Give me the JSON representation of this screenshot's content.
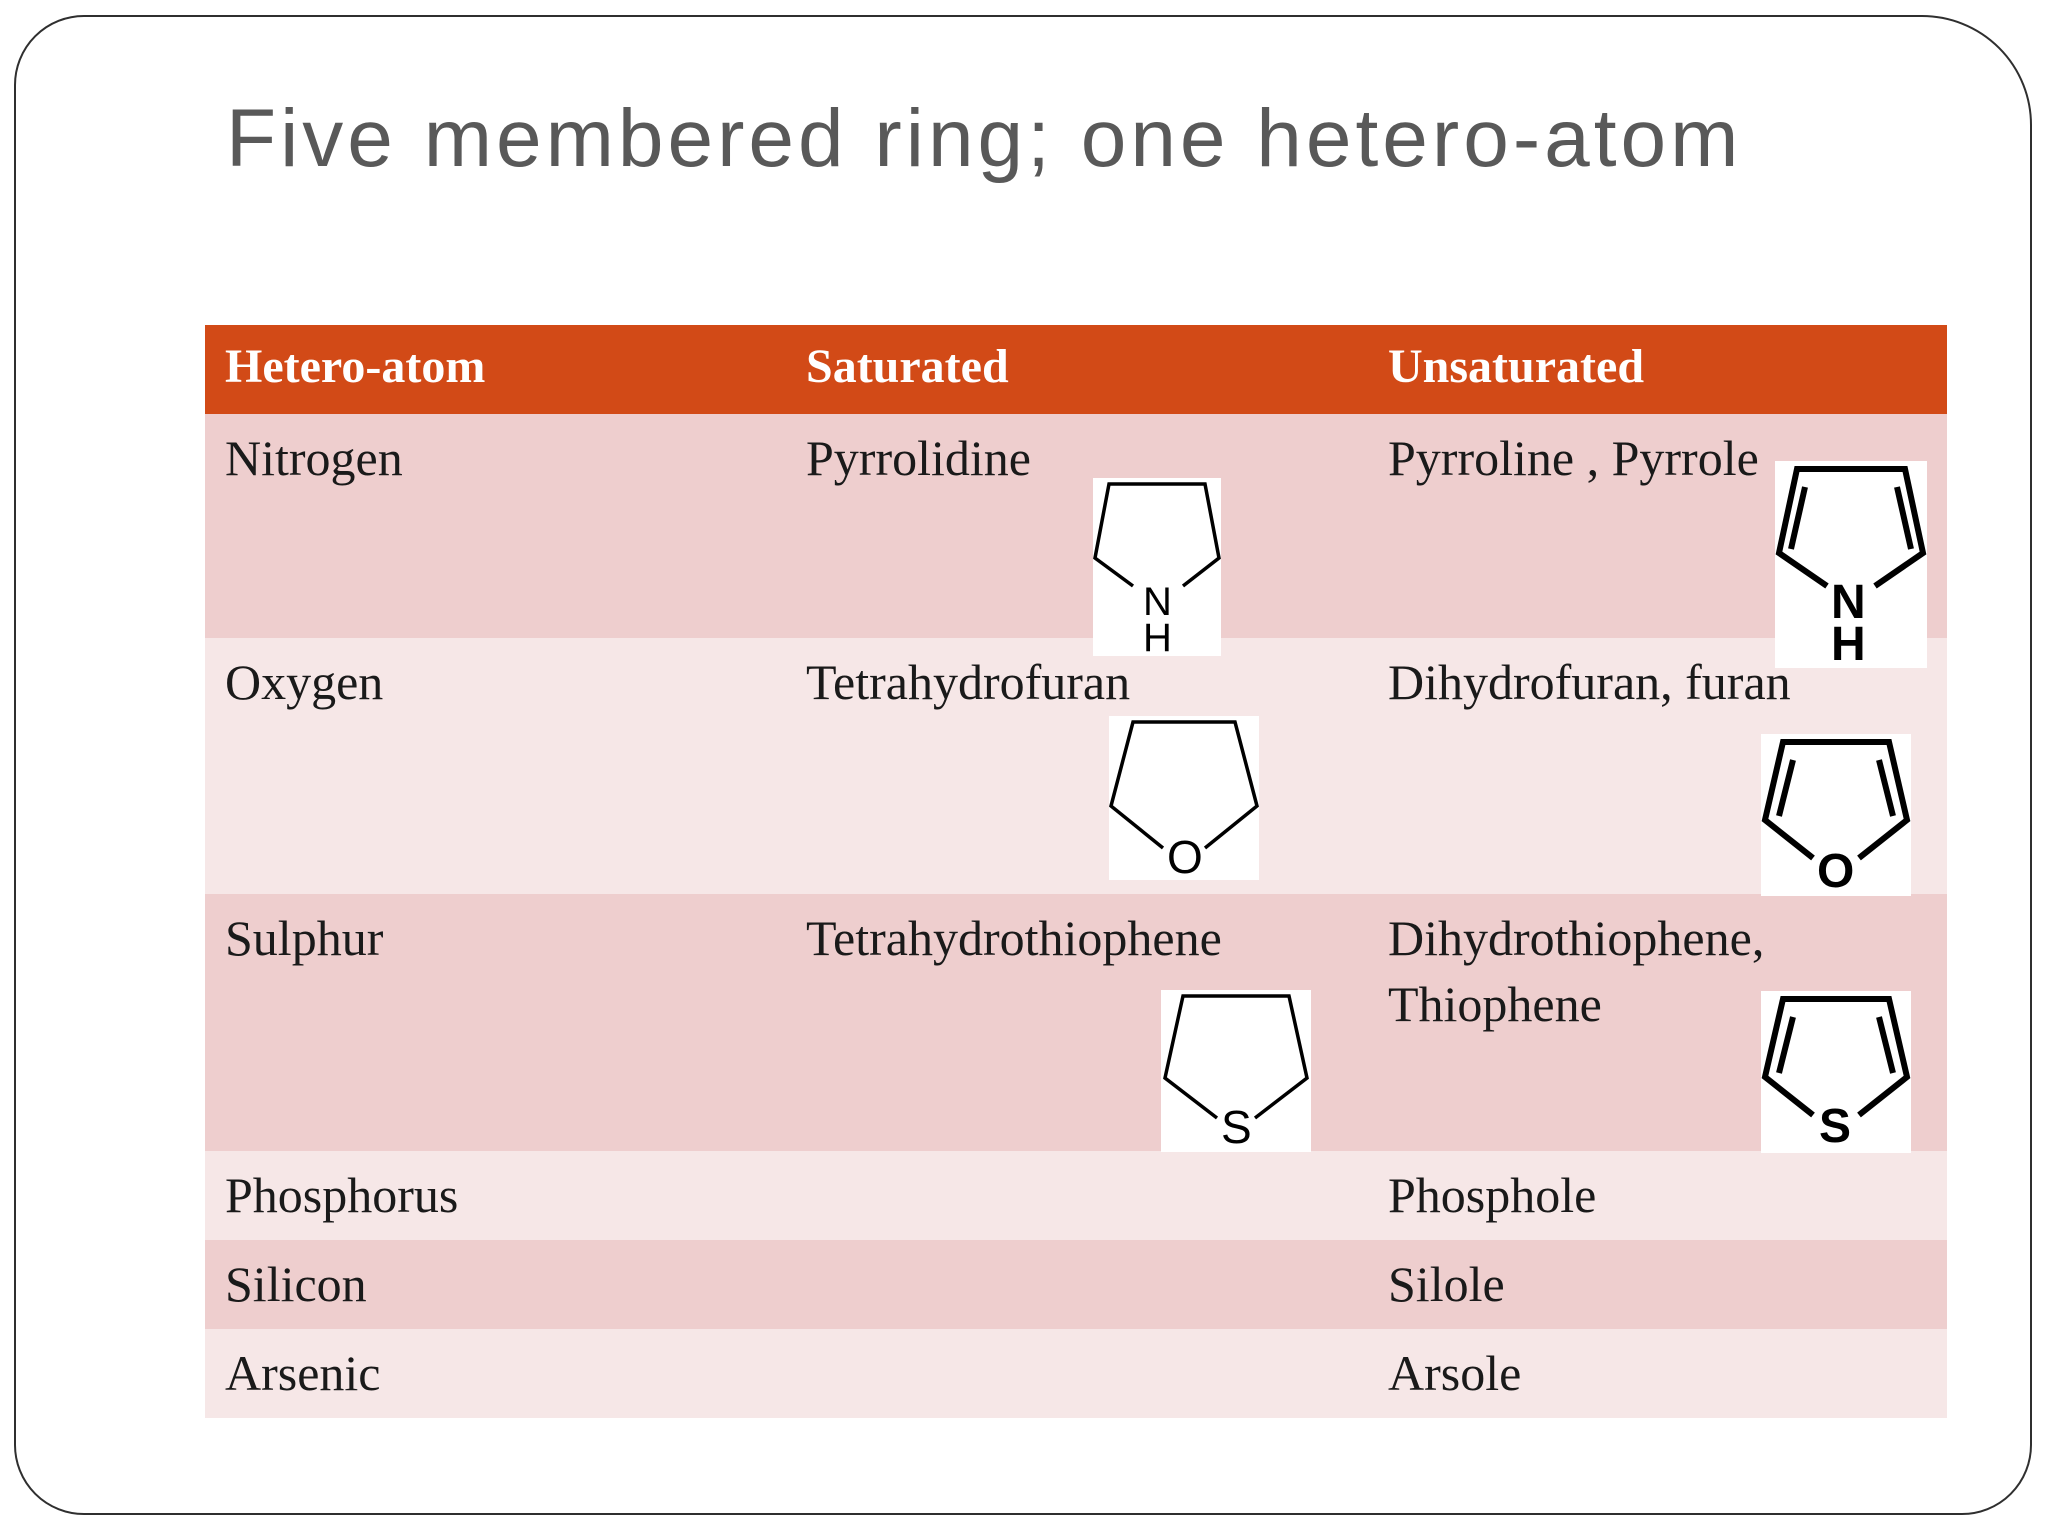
{
  "slide": {
    "title": "Five membered ring; one hetero-atom"
  },
  "table": {
    "headers": [
      "Hetero-atom",
      "Saturated",
      "Unsaturated"
    ],
    "rows": [
      {
        "hetero": "Nitrogen",
        "saturated": "Pyrrolidine",
        "unsaturated": "Pyrroline , Pyrrole"
      },
      {
        "hetero": "Oxygen",
        "saturated": "Tetrahydrofuran",
        "unsaturated": "Dihydrofuran, furan"
      },
      {
        "hetero": "Sulphur",
        "saturated": "Tetrahydrothiophene",
        "unsaturated": "Dihydrothiophene,",
        "unsaturated_line2": "Thiophene"
      },
      {
        "hetero": "Phosphorus",
        "saturated": "",
        "unsaturated": "Phosphole"
      },
      {
        "hetero": "Silicon",
        "saturated": "",
        "unsaturated": "Silole"
      },
      {
        "hetero": "Arsenic",
        "saturated": "",
        "unsaturated": "Arsole"
      }
    ]
  },
  "structures": {
    "pyrrolidine": {
      "atom": "N",
      "h": "H"
    },
    "pyrrole": {
      "atom": "N",
      "h": "H"
    },
    "tetrahydrofuran": {
      "atom": "O"
    },
    "furan": {
      "atom": "O"
    },
    "tetrahydrothiophene": {
      "atom": "S"
    },
    "thiophene": {
      "atom": "S"
    }
  },
  "colors": {
    "header_bg": "#d24a17",
    "row_dark": "#eecece",
    "row_light": "#f6e7e7",
    "title_text": "#595959"
  }
}
